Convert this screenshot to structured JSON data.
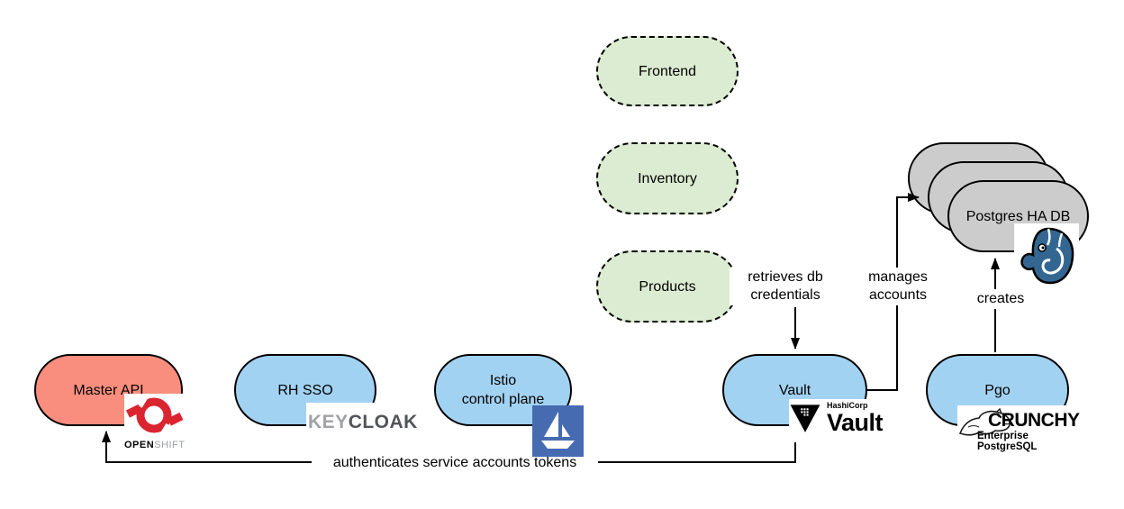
{
  "nodes": {
    "frontend": {
      "label": "Frontend"
    },
    "inventory": {
      "label": "Inventory"
    },
    "products": {
      "label": "Products"
    },
    "master_api": {
      "label": "Master API"
    },
    "rh_sso": {
      "label": "RH SSO"
    },
    "istio": {
      "line1": "Istio",
      "line2": "control plane"
    },
    "vault": {
      "label": "Vault"
    },
    "pgo": {
      "label": "Pgo"
    },
    "postgres_ha": {
      "label": "Postgres HA DB"
    }
  },
  "edges": {
    "retrieves_db_credentials": {
      "line1": "retrieves db",
      "line2": "credentials"
    },
    "manages_accounts": {
      "line1": "manages",
      "line2": "accounts"
    },
    "creates": {
      "label": "creates"
    },
    "authenticates": {
      "label": "authenticates service accounts tokens"
    }
  },
  "logos": {
    "openshift": {
      "word_bold": "OPEN",
      "word_light": "SHIFT"
    },
    "keycloak": {
      "word_light": "KEY",
      "word_dark": "CLOAK"
    },
    "hashicorp_vault": {
      "brand": "HashiCorp",
      "product": "Vault"
    },
    "crunchy": {
      "name": "CRUNCHY",
      "subtitle": "Enterprise PostgreSQL"
    }
  },
  "colors": {
    "service_fill": "#dcecd2",
    "component_fill": "#a2d2f2",
    "master_api_fill": "#fa8e7e",
    "db_fill": "#cccccc",
    "border": "#000000",
    "istio_blue": "#466bb0",
    "postgres_blue": "#336791",
    "openshift_red": "#da2430",
    "keycloak_blue": "#00b8e3",
    "keycloak_gray": "#515458"
  }
}
